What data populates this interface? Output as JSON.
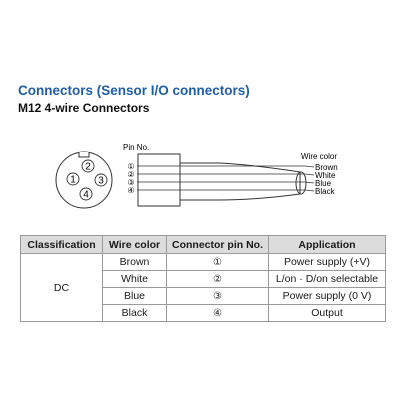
{
  "heading": {
    "title": "Connectors (Sensor I/O connectors)",
    "subtitle": "M12 4-wire Connectors"
  },
  "diagram": {
    "pin_label": "Pin No.",
    "wire_color_label": "Wire color",
    "pins": [
      "1",
      "2",
      "3",
      "4"
    ],
    "pin_marks": [
      "①",
      "②",
      "③",
      "④"
    ],
    "wires": [
      "Brown",
      "White",
      "Blue",
      "Black"
    ]
  },
  "table": {
    "headers": [
      "Classification",
      "Wire color",
      "Connector pin No.",
      "Application"
    ],
    "classification": "DC",
    "rows": [
      {
        "wire": "Brown",
        "pin": "①",
        "application": "Power supply (+V)"
      },
      {
        "wire": "White",
        "pin": "②",
        "application": "L/on · D/on selectable"
      },
      {
        "wire": "Blue",
        "pin": "③",
        "application": "Power supply (0 V)"
      },
      {
        "wire": "Black",
        "pin": "④",
        "application": "Output"
      }
    ]
  },
  "colors": {
    "title": "#1f5fa6",
    "header_bg": "#dcdcdc",
    "border": "#9a9a9a"
  }
}
